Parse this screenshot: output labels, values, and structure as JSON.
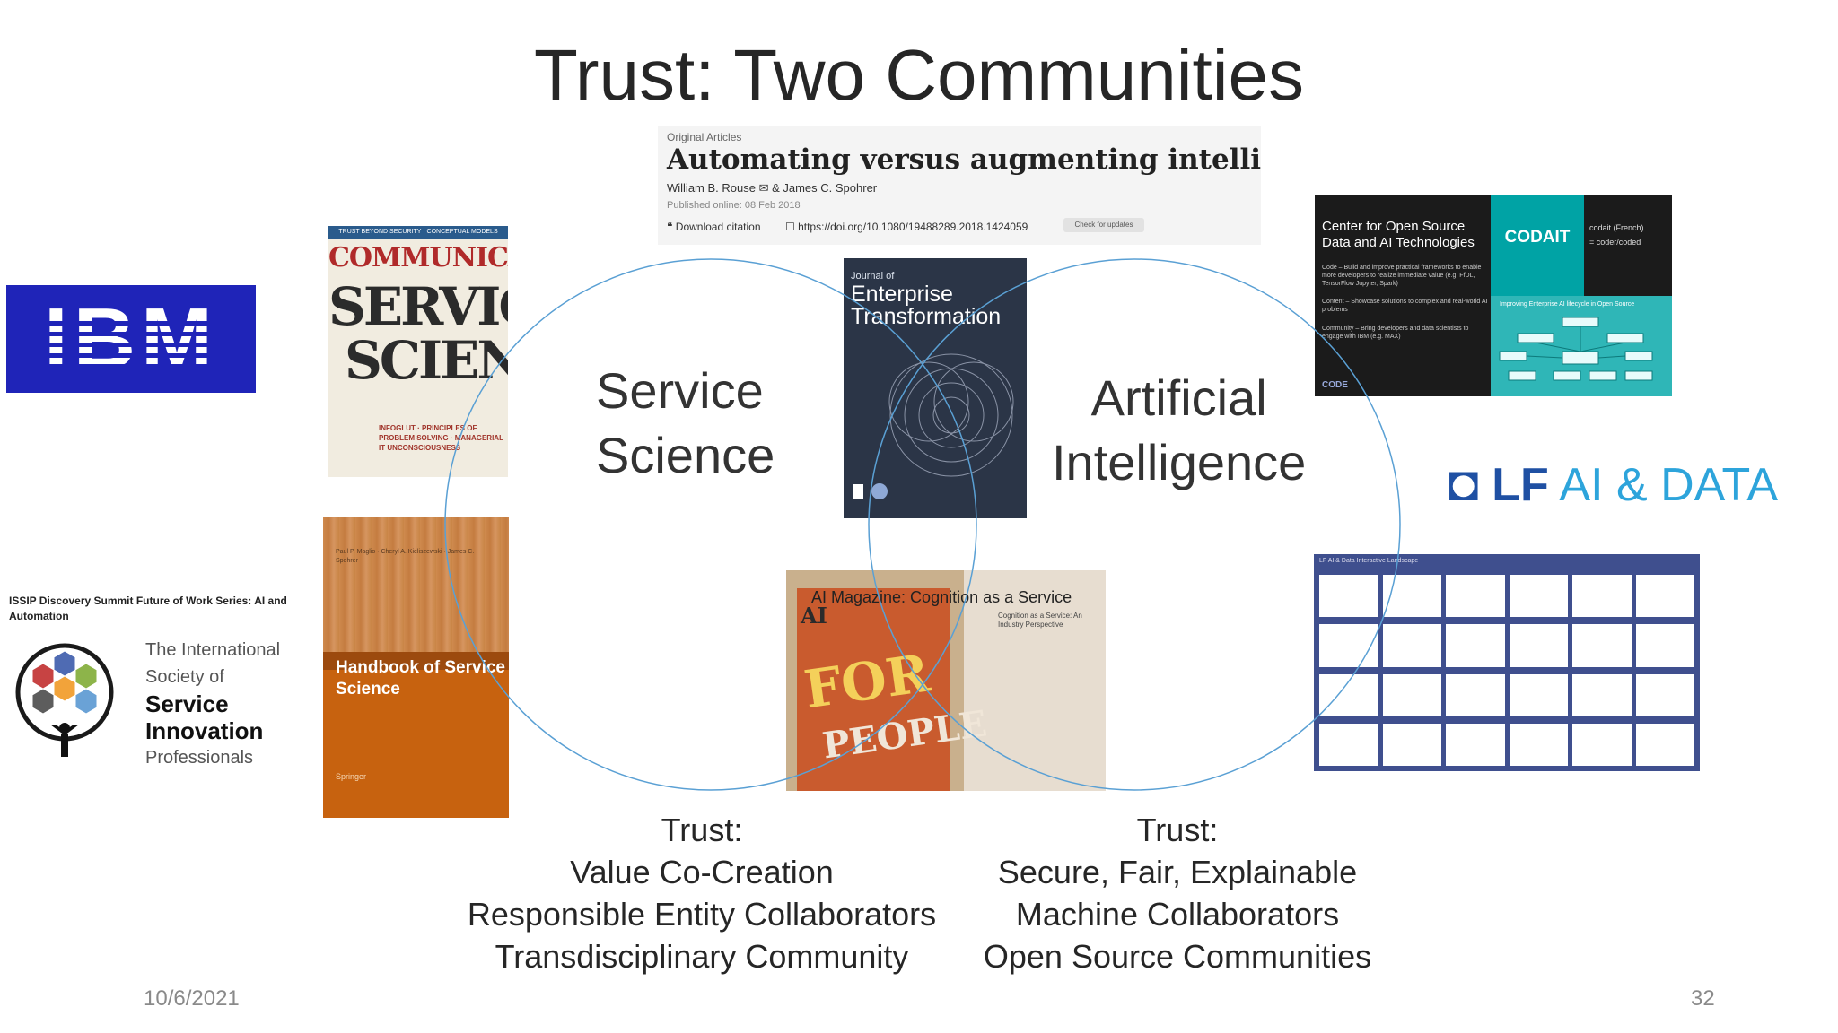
{
  "slide": {
    "title": "Trust: Two Communities",
    "date": "10/6/2021",
    "page_number": "32"
  },
  "venn": {
    "left_label_line1": "Service",
    "left_label_line2": "Science",
    "right_label_line1": "Artificial",
    "right_label_line2": "Intelligence",
    "circle_color": "#5aa0d4"
  },
  "trust_left": {
    "heading": "Trust:",
    "line1": "Value Co-Creation",
    "line2": "Responsible Entity Collaborators",
    "line3": "Transdisciplinary Community"
  },
  "trust_right": {
    "heading": "Trust:",
    "line1": "Secure, Fair, Explainable",
    "line2": "Machine Collaborators",
    "line3": "Open Source Communities"
  },
  "article": {
    "section": "Original Articles",
    "title": "Automating versus augmenting intelligence",
    "authors": "William B. Rouse ✉ & James C. Spohrer",
    "published": "Published online: 08 Feb 2018",
    "download": "❝ Download citation",
    "doi": "☐ https://doi.org/10.1080/19488289.2018.1424059",
    "updates": "Check for updates"
  },
  "ibm": {
    "logo_text": "IBM",
    "color": "#1f24b8"
  },
  "book_communications": {
    "banner": "TRUST BEYOND SECURITY · CONCEPTUAL MODELS",
    "line1": "COMMUNICATIONS",
    "line2": "SERVICES",
    "line3": "SCIENCE",
    "subtitle": "INFOGLUT · PRINCIPLES OF PROBLEM SOLVING · MANAGERIAL IT UNCONSCIOUSNESS"
  },
  "journal": {
    "label": "Journal of",
    "title_line1": "Enterprise",
    "title_line2": "Transformation"
  },
  "handbook": {
    "editors": "Paul P. Maglio · Cheryl A. Kieliszewski · James C. Spohrer",
    "title": "Handbook of Service Science",
    "publisher": "Springer"
  },
  "ai_magazine": {
    "caption": "AI Magazine: Cognition as a Service",
    "cover_ai": "AI",
    "cover_for": "FOR",
    "cover_people": "PEOPLE",
    "article_title": "Cognition as a Service: An Industry Perspective"
  },
  "codait": {
    "heading": "Center for Open Source Data and AI Technologies",
    "code_text": "Code – Build and improve practical frameworks to enable more developers to realize immediate value (e.g. FfDL, TensorFlow Jupyter, Spark)",
    "content_text": "Content – Showcase solutions to complex and real-world AI problems",
    "community_text": "Community – Bring developers and data scientists to engage with IBM (e.g. MAX)",
    "name": "CODAIT",
    "codait_note": "codait (French)",
    "codait_meaning": "= coder/coded",
    "bottom_title": "Improving Enterprise AI lifecycle in Open Source",
    "footer": "CODE"
  },
  "lfai": {
    "lf": "LF",
    "ai_data": "AI & DATA",
    "lf_color": "#1f50a3",
    "ai_color": "#2da4db"
  },
  "landscape": {
    "header": "LF AI & Data Interactive Landscape"
  },
  "issip": {
    "event": "ISSIP Discovery Summit Future of Work Series: AI and Automation",
    "line1": "The International",
    "line2": "Society of",
    "line3": "Service",
    "line4": "Innovation",
    "line5": "Professionals"
  }
}
